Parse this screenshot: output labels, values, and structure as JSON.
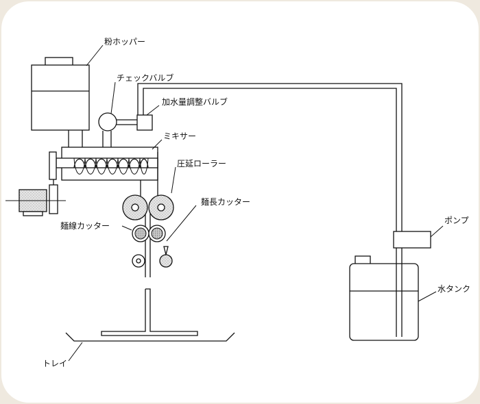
{
  "labels": {
    "flour_hopper": "粉ホッパー",
    "check_valve": "チェックバルブ",
    "water_valve": "加水量調整バルブ",
    "mixer": "ミキサー",
    "rolling_roller": "圧延ローラー",
    "noodle_length_cutter": "麺長カッター",
    "noodle_strand_cutter": "麺線カッター",
    "pump": "ポンプ",
    "water_tank": "水タンク",
    "tray": "トレイ"
  },
  "colors": {
    "background": "#efe9df",
    "card": "#ffffff",
    "line": "#111111",
    "roller_fill": "#d9d9d9",
    "cutter_fill": "#b8b8b8"
  }
}
